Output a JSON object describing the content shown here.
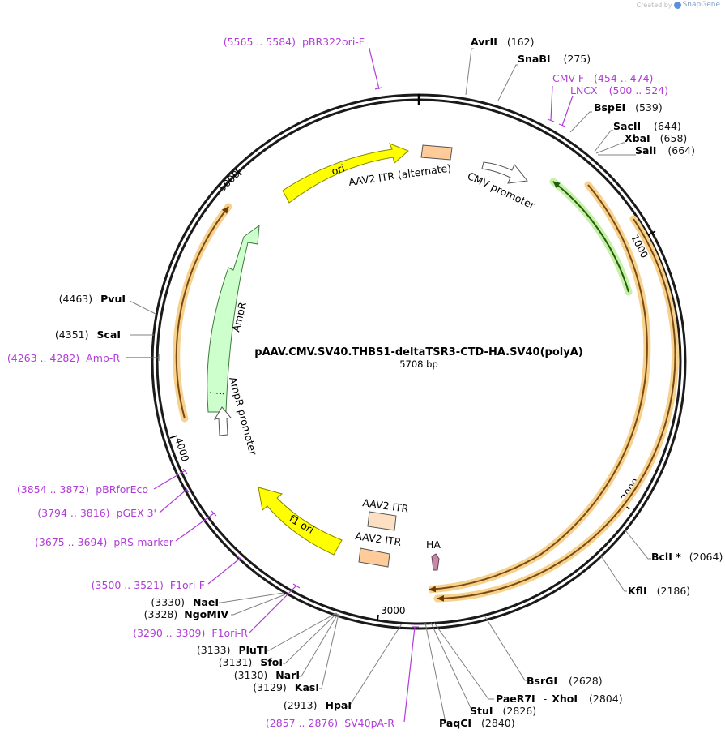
{
  "branding": {
    "created_by": "Created by",
    "product": "SnapGene"
  },
  "plasmid": {
    "name": "pAAV.CMV.SV40.THBS1-deltaTSR3-CTD-HA.SV40(polyA)",
    "length_label": "5708 bp"
  },
  "ticks": [
    "1000",
    "2000",
    "3000",
    "4000",
    "5000"
  ],
  "sites": {
    "avrII": {
      "name": "AvrII",
      "pos": "(162)"
    },
    "snaBI": {
      "name": "SnaBI",
      "pos": "(275)"
    },
    "bspEI": {
      "name": "BspEI",
      "pos": "(539)"
    },
    "sacII": {
      "name": "SacII",
      "pos": "(644)"
    },
    "xbaI": {
      "name": "XbaI",
      "pos": "(658)"
    },
    "salI": {
      "name": "SalI",
      "pos": "(664)"
    },
    "bclI": {
      "name": "BclI *",
      "pos": "(2064)"
    },
    "kflI": {
      "name": "KflI",
      "pos": "(2186)"
    },
    "bsrGI": {
      "name": "BsrGI",
      "pos": "(2628)"
    },
    "paeR7I": {
      "name": "PaeR7I",
      "sep": "-",
      "name2": "XhoI",
      "pos": "(2804)"
    },
    "stuI": {
      "name": "StuI",
      "pos": "(2826)"
    },
    "paqCI": {
      "name": "PaqCI",
      "pos": "(2840)"
    },
    "hpaI": {
      "name": "HpaI",
      "pos": "(2913)"
    },
    "kasI": {
      "name": "KasI",
      "pos": "(3129)"
    },
    "narI": {
      "name": "NarI",
      "pos": "(3130)"
    },
    "sfoI": {
      "name": "SfoI",
      "pos": "(3131)"
    },
    "pluTI": {
      "name": "PluTI",
      "pos": "(3133)"
    },
    "ngoMIV": {
      "name": "NgoMIV",
      "pos": "(3328)"
    },
    "naeI": {
      "name": "NaeI",
      "pos": "(3330)"
    },
    "scaI": {
      "name": "ScaI",
      "pos": "(4351)"
    },
    "pvuI": {
      "name": "PvuI",
      "pos": "(4463)"
    }
  },
  "primers": {
    "pbr322ori_f": {
      "range": "(5565 .. 5584)",
      "name": "pBR322ori-F"
    },
    "cmv_f": {
      "name": "CMV-F",
      "range": "(454 .. 474)"
    },
    "lncx": {
      "name": "LNCX",
      "range": "(500 .. 524)"
    },
    "amp_r": {
      "range": "(4263 .. 4282)",
      "name": "Amp-R"
    },
    "pbrforeco": {
      "range": "(3854 .. 3872)",
      "name": "pBRforEco"
    },
    "pgex3": {
      "range": "(3794 .. 3816)",
      "name": "pGEX 3'"
    },
    "prs_marker": {
      "range": "(3675 .. 3694)",
      "name": "pRS-marker"
    },
    "f1ori_f": {
      "range": "(3500 .. 3521)",
      "name": "F1ori-F"
    },
    "f1ori_r": {
      "range": "(3290 .. 3309)",
      "name": "F1ori-R"
    },
    "sv40pa_r": {
      "range": "(2857 .. 2876)",
      "name": "SV40pA-R"
    }
  },
  "features": {
    "ori": "ori",
    "aav2_itr_alt": "AAV2 ITR (alternate)",
    "cmv_promoter": "CMV promoter",
    "ampr": "AmpR",
    "ampr_promoter": "AmpR promoter",
    "f1_ori": "f1 ori",
    "aav2_itr_1": "AAV2 ITR",
    "aav2_itr_2": "AAV2 ITR",
    "ha": "HA"
  },
  "colors": {
    "backbone": "#1a1a1a",
    "primer": "#b13cd9",
    "ori": "#ffff00",
    "ampr": "#ccffcc",
    "itr": "#ffcc99",
    "orf_arc": "#f3c06a",
    "green_arc": "#3b8a1c",
    "ha": "#c58aa8"
  }
}
